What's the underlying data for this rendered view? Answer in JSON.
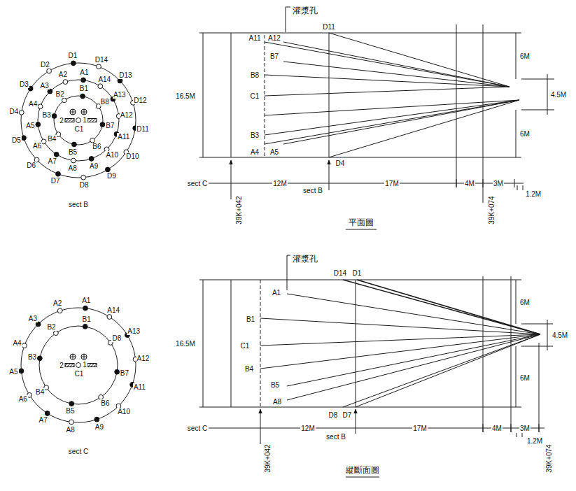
{
  "diagram": {
    "labels": [
      "D1",
      "D2",
      "D3",
      "D4",
      "D5",
      "D6",
      "D7",
      "D8",
      "D9",
      "D10",
      "D11",
      "D12",
      "D13",
      "D14",
      "A1",
      "A2",
      "A3",
      "A4",
      "A5",
      "A6",
      "A7",
      "A8",
      "A9",
      "A10",
      "A11",
      "A12",
      "A13",
      "A14",
      "B1",
      "B2",
      "B3",
      "B4",
      "B5",
      "B6",
      "B7",
      "B8",
      "C1",
      "2",
      "1",
      "sect B",
      "A1",
      "A2",
      "A3",
      "A4",
      "A5",
      "A6",
      "A7",
      "A8",
      "A9",
      "A10",
      "A11",
      "A12",
      "A13",
      "A14",
      "B1",
      "B2",
      "B3",
      "B4",
      "B5",
      "B6",
      "B7",
      "D8",
      "C1",
      "2",
      "1",
      "sect C",
      "灌漿孔",
      "A11",
      "A12",
      "D11",
      "B8",
      "B7",
      "C1",
      "B3",
      "A4",
      "A5",
      "D4",
      "16.5M",
      "6M",
      "4.5M",
      "6M",
      "sect C",
      "12M",
      "sect B",
      "17M",
      "4M",
      "3M",
      "1.2M",
      "39K+042",
      "39K+074",
      "平面圖",
      "灌漿孔",
      "D14",
      "D1",
      "A1",
      "B1",
      "C1",
      "B4",
      "B5",
      "A8",
      "D8",
      "D7",
      "16.5M",
      "6M",
      "4.5M",
      "6M",
      "sect C",
      "12M",
      "sect B",
      "17M",
      "4M",
      "3M",
      "1.2M",
      "39K+042",
      "39K+074",
      "縱斷面圖"
    ]
  }
}
